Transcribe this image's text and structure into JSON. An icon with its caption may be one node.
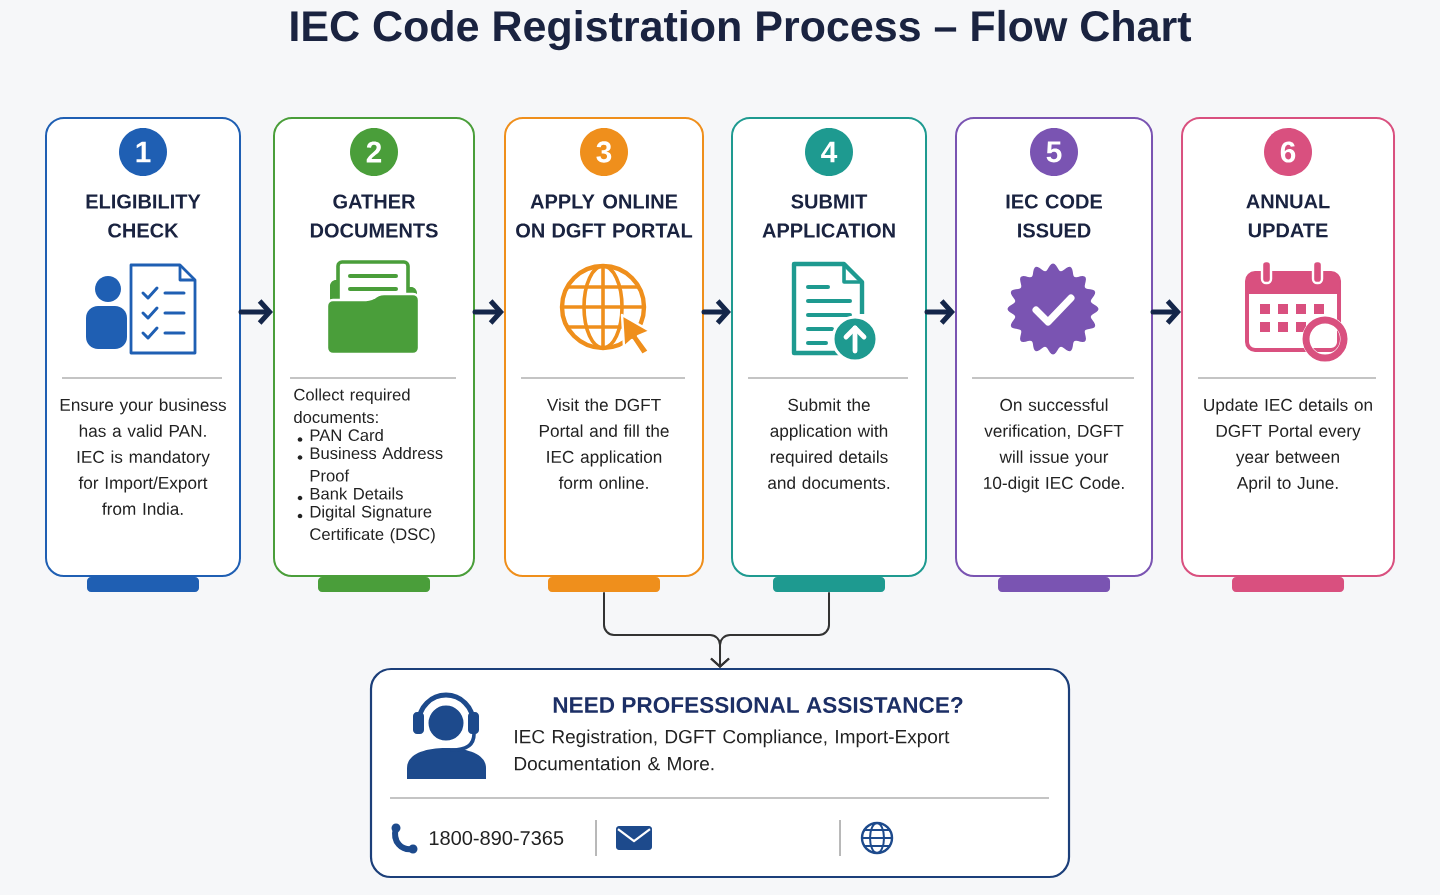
{
  "diagram": {
    "title": "IEC Code Registration Process – Flow Chart",
    "nodes": [
      {
        "text": [
          "1",
          "ELIGIBILITY CHECK",
          "Ensure your business has a valid PAN. IEC is mandatory for Import/Export from India."
        ]
      },
      {
        "text": [
          "2",
          "GATHER DOCUMENTS",
          "Collect required documents:",
          "PAN Card",
          "Business Address Proof",
          "Bank Details",
          "Digital Signature Certificate (DSC)"
        ]
      },
      {
        "text": [
          "3",
          "APPLY ONLINE ON DGFT PORTAL",
          "Visit the DGFT Portal and fill the IEC application form online."
        ]
      },
      {
        "text": [
          "4",
          "SUBMIT APPLICATION",
          "Submit the application with required details and documents."
        ]
      },
      {
        "text": [
          "5",
          "IEC CODE ISSUED",
          "On successful verification, DGFT will issue your 10-digit IEC Code."
        ]
      },
      {
        "text": [
          "6",
          "ANNUAL UPDATE",
          "Update IEC details on DGFT Portal every year between April to June."
        ]
      },
      {
        "text": [
          "NEED PROFESSIONAL ASSISTANCE?",
          "IEC Registration, DGFT Compliance, Import-Export Documentation & More.",
          "1800-890-7365"
        ]
      }
    ],
    "edges": [
      {
        "from": 0,
        "to": 1,
        "arrow": "to"
      },
      {
        "from": 1,
        "to": 2,
        "arrow": "to"
      },
      {
        "from": 2,
        "to": 3,
        "arrow": "to"
      },
      {
        "from": 3,
        "to": 4,
        "arrow": "to"
      },
      {
        "from": 4,
        "to": 5,
        "arrow": "to"
      },
      {
        "from": 2,
        "to": 6,
        "arrow": "to",
        "color": "#333333"
      },
      {
        "from": 3,
        "to": 6,
        "arrow": "to",
        "color": "#333333"
      }
    ]
  }
}
